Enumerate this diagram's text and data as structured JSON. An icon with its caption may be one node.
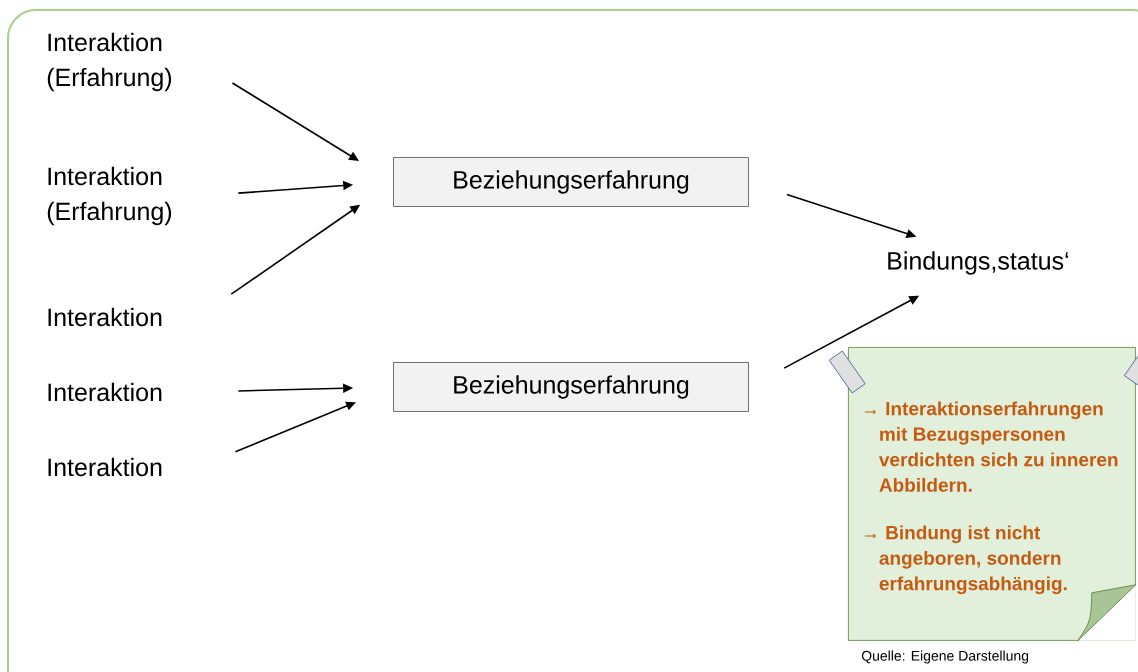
{
  "diagram": {
    "nodes": [
      {
        "text": [
          "Interaktion (Erfahrung)"
        ]
      },
      {
        "text": [
          "Interaktion (Erfahrung)"
        ]
      },
      {
        "text": [
          "Interaktion"
        ]
      },
      {
        "text": [
          "Interaktion"
        ]
      },
      {
        "text": [
          "Interaktion"
        ]
      },
      {
        "text": [
          "Beziehungserfahrung"
        ]
      },
      {
        "text": [
          "Beziehungserfahrung"
        ]
      },
      {
        "text": [
          "Bindungs,status‘"
        ]
      },
      {
        "text": [
          "→ Interaktionserfahrungen mit Bezugspersonen verdichten sich zu inneren Abbildern.",
          "→ Bindung ist nicht angeboren, sondern erfahrungsabhängig."
        ]
      }
    ],
    "edges": [
      {
        "from": 0,
        "to": 5,
        "arrow": "to"
      },
      {
        "from": 1,
        "to": 5,
        "arrow": "to"
      },
      {
        "from": 2,
        "to": 5,
        "arrow": "to"
      },
      {
        "from": 3,
        "to": 6,
        "arrow": "to"
      },
      {
        "from": 4,
        "to": 6,
        "arrow": "to"
      },
      {
        "from": 5,
        "to": 7,
        "arrow": "to"
      },
      {
        "from": 6,
        "to": 7,
        "arrow": "to"
      }
    ],
    "labels": [
      "Quelle: Eigene Darstellung"
    ]
  }
}
